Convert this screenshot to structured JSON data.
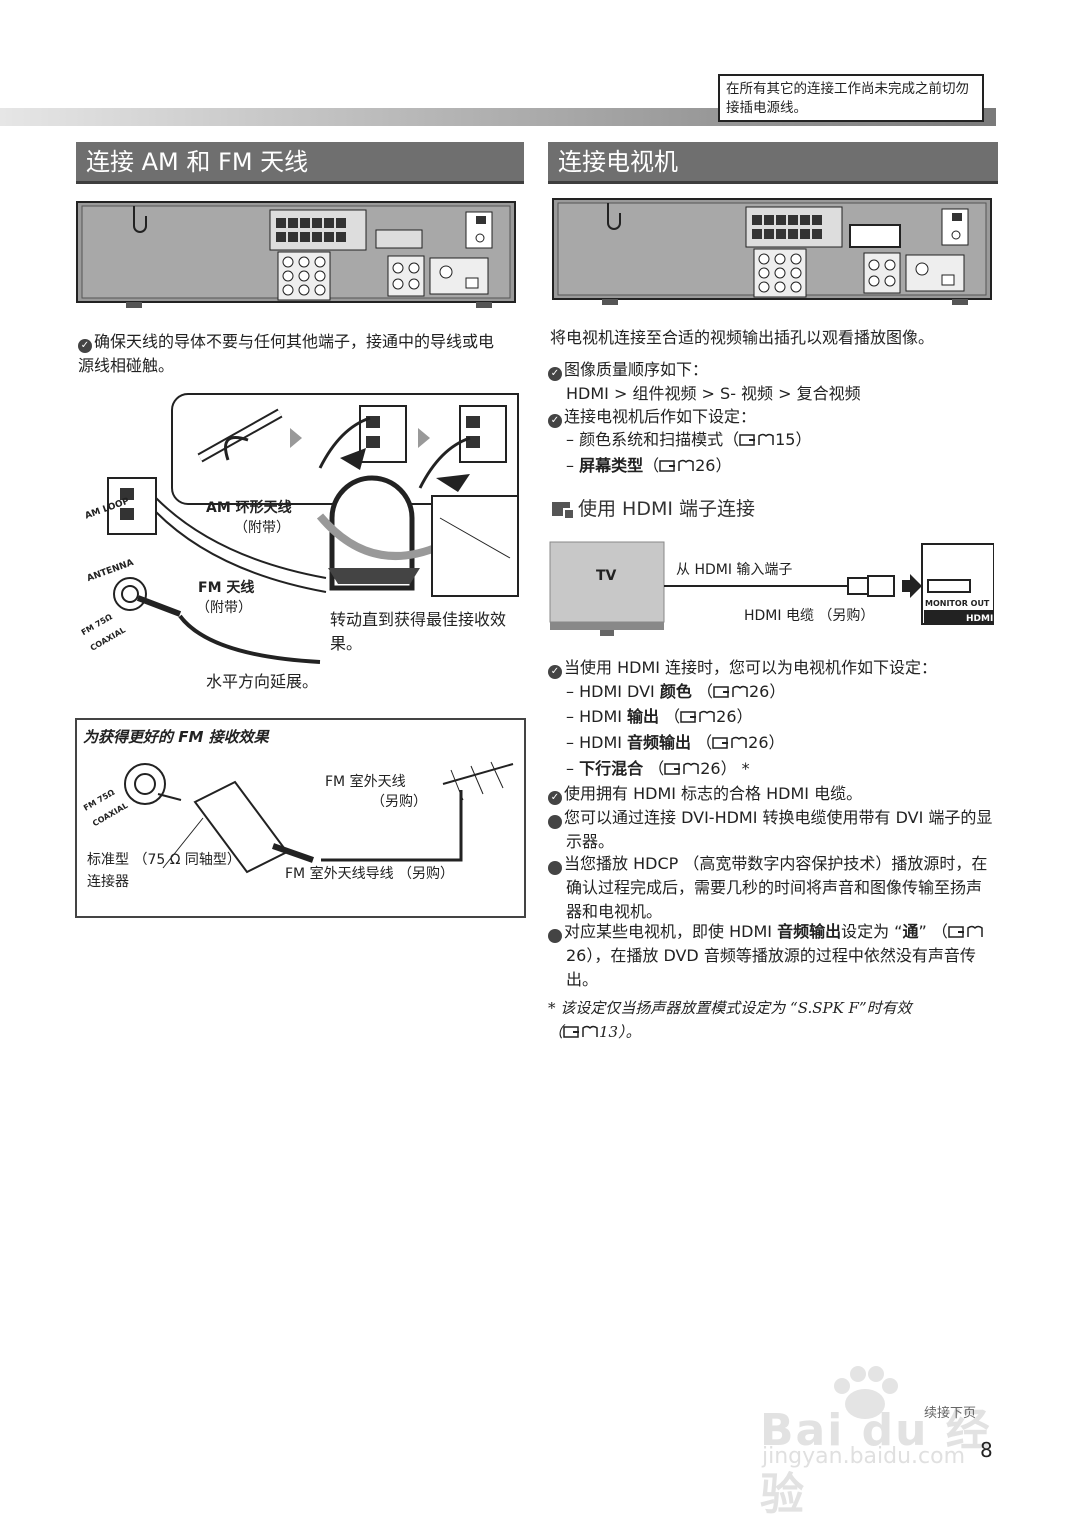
{
  "warning": "在所有其它的连接工作尚未完成之前切勿接插电源线。",
  "left": {
    "title": "连接 AM 和 FM 天线",
    "bullet1": "确保天线的导体不要与任何其他端子，接通中的导线或电源线相碰触。",
    "labels": {
      "am_loop_antenna": "AM 环形天线",
      "am_supplied": "（附带）",
      "fm_antenna": "FM 天线",
      "fm_supplied": "（附带）",
      "rotate": "转动直到获得最佳接收效果。",
      "extend": "水平方向延展。",
      "am_loop_jack": "AM LOOP",
      "antenna_jack": "ANTENNA",
      "fm_coaxial": "FM 75Ω COAXIAL"
    },
    "fm_box": {
      "title": "为获得更好的 FM 接收效果",
      "outdoor_antenna": "FM 室外天线",
      "outdoor_purchased": "（另购）",
      "standard_connector": "标准型（75 Ω 同轴型）连接器",
      "standard_connector_line1": "标准型 （75 Ω 同轴型）",
      "standard_connector_line2": "连接器",
      "lead_wire": "FM 室外天线导线 （另购）",
      "fm_coaxial": "FM 75Ω COAXIAL"
    }
  },
  "right": {
    "title": "连接电视机",
    "intro": "将电视机连接至合适的视频输出插孔以观看播放图像。",
    "b1": "图像质量顺序如下：",
    "b1_detail": "HDMI > 组件视频 > S- 视频 > 复合视频",
    "b2": "连接电视机后作如下设定：",
    "b2_item1": "– 颜色系统和扫描模式（",
    "b2_item1_page": "15）",
    "b2_item2_bold": "屏幕类型",
    "b2_item2_page": "26）",
    "subheading": "使用 HDMI 端子连接",
    "diagram": {
      "tv": "TV",
      "from_hdmi": "从 HDMI 输入端子",
      "hdmi_cable": "HDMI 电缆 （另购）",
      "monitor_out": "MONITOR OUT",
      "hdmi": "HDMI"
    },
    "b3": "当使用 HDMI 连接时，您可以为电视机作如下设定：",
    "b3_items": [
      {
        "prefix": "– HDMI DVI ",
        "bold": "颜色",
        "page": "26）"
      },
      {
        "prefix": "– HDMI ",
        "bold": "输出",
        "page": "26）"
      },
      {
        "prefix": "– HDMI ",
        "bold": "音频输出",
        "page": "26）"
      },
      {
        "prefix": "– ",
        "bold": "下行混合",
        "page": "26） *"
      }
    ],
    "b4": "使用拥有 HDMI 标志的合格 HDMI 电缆。",
    "b5": "您可以通过连接 DVI-HDMI 转换电缆使用带有 DVI 端子的显示器。",
    "b6": "当您播放 HDCP （高宽带数字内容保护技术）播放源时，在确认过程完成后，需要几秒的时间将声音和图像传输至扬声器和电视机。",
    "b7_part1": "对应某些电视机，即使 HDMI ",
    "b7_bold": "音频输出",
    "b7_part2": "设定为 “",
    "b7_bold2": "通",
    "b7_part3": "” （",
    "b7_part4": "26），在播放 DVD 音频等播放源的过程中依然没有声音传出。",
    "note_line1": "* 该设定仅当扬声器放置模式设定为 “S.SPK F”时有效",
    "note_line2_page": "13）。"
  },
  "footer": {
    "continued": "续接下页",
    "page": "8",
    "watermark_brand": "Bai du 经验",
    "watermark_url": "jingyan.baidu.com"
  }
}
